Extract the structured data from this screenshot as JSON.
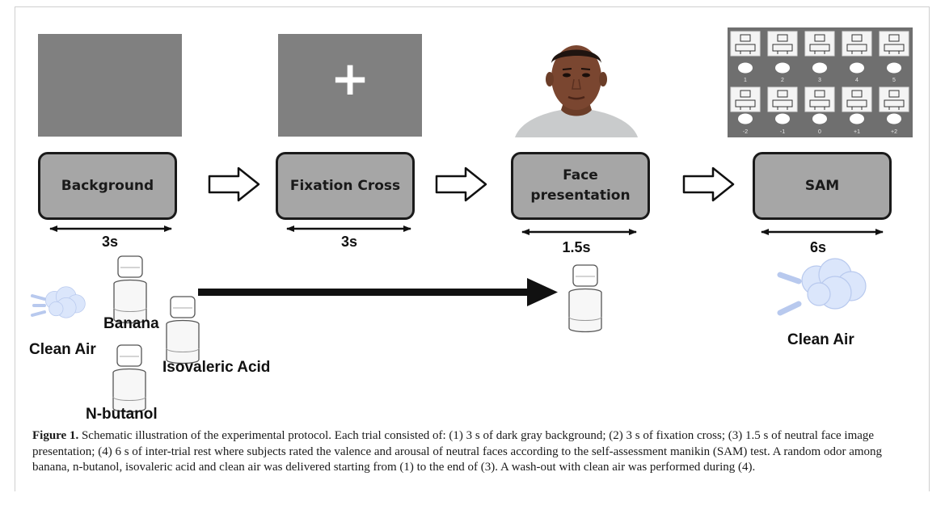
{
  "stages": [
    {
      "label": "Background",
      "duration": "3s"
    },
    {
      "label": "Fixation Cross",
      "duration": "3s"
    },
    {
      "label": "Face presentation",
      "duration": "1.5s"
    },
    {
      "label": "SAM",
      "duration": "6s"
    }
  ],
  "fixation_symbol": "+",
  "sam_scale": {
    "top_labels": [
      "1",
      "2",
      "3",
      "4",
      "5"
    ],
    "bottom_labels": [
      "-2",
      "-1",
      "0",
      "+1",
      "+2"
    ]
  },
  "odors": {
    "clean_air_left": "Clean Air",
    "banana": "Banana",
    "isovaleric": "Isovaleric Acid",
    "nbutanol": "N-butanol",
    "clean_air_right": "Clean Air"
  },
  "caption": {
    "figure_label": "Figure 1.",
    "text": " Schematic illustration of the experimental protocol. Each trial consisted of: (1) 3 s of dark gray background; (2) 3 s of fixation cross; (3) 1.5 s of neutral face image presentation; (4) 6 s of inter-trial rest where subjects rated the valence and arousal of neutral faces according to the self-assessment manikin (SAM) test. A random odor among banana, n-butanol, isovaleric acid and clean air was delivered starting from (1) to the end of (3). A wash-out with clean air was performed during (4)."
  },
  "colors": {
    "screen_gray": "#808080",
    "box_gray": "#a6a6a6",
    "sam_bg": "#6f6f6f",
    "cloud_blue": "#dbe6fb"
  }
}
